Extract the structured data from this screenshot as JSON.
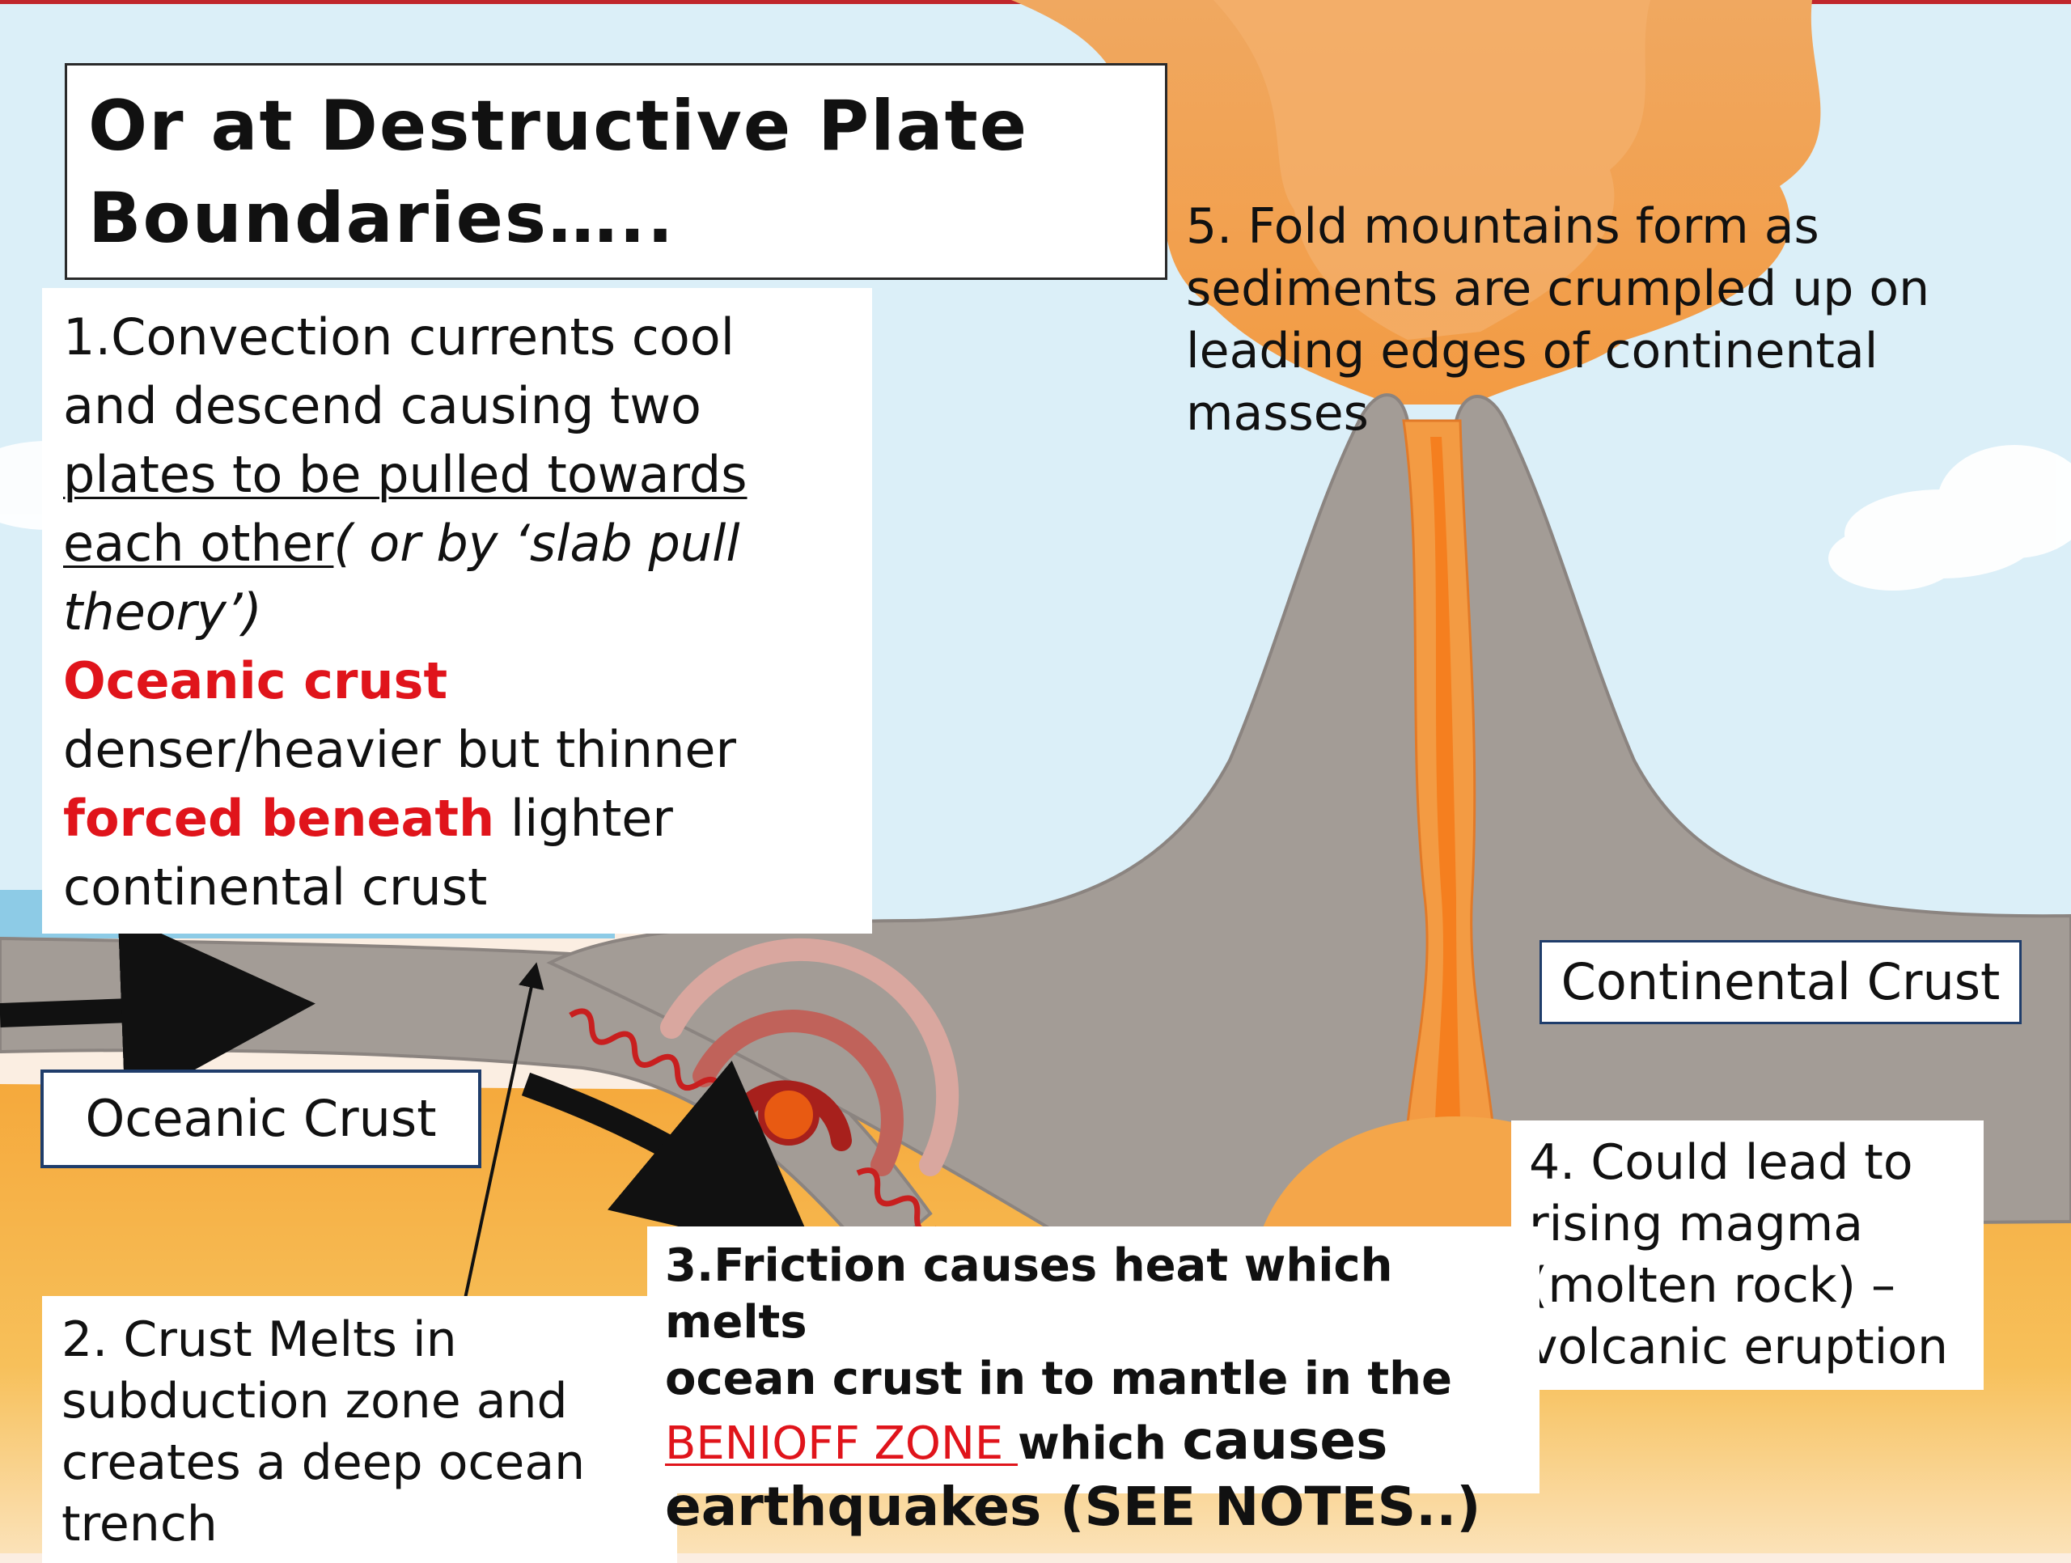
{
  "title": {
    "line1": "Or at Destructive Plate",
    "line2": "Boundaries….."
  },
  "point1": {
    "l1": "1.Convection currents cool",
    "l2": "and descend causing two",
    "l3": "plates to be pulled towards",
    "l4_u": "each other",
    "l4_i": "( or by ‘slab pull",
    "l5_i": "theory’)",
    "oceanic": "Oceanic crust",
    "l7": "denser/heavier but thinner",
    "forced": "forced beneath",
    "l8": " lighter",
    "l9": "continental crust"
  },
  "point5": {
    "l1": "5. Fold mountains form as",
    "l2": "sediments are crumpled up on",
    "l3": "leading edges of continental",
    "l4": "masses"
  },
  "labels": {
    "continental": "Continental Crust",
    "oceanic": "Oceanic Crust"
  },
  "point4": {
    "l1": "4. Could lead to",
    "l2": "rising magma",
    "l3": "(molten rock) –",
    "l4": "volcanic eruption"
  },
  "point2": {
    "l1": "2. Crust Melts in",
    "l2": "subduction zone and",
    "l3": "creates a deep ocean",
    "l4": "trench"
  },
  "point3": {
    "l1": "3.Friction causes heat which melts",
    "l2": "ocean crust in to mantle in the",
    "benioff": "BENIOFF ZONE ",
    "l3a": "which ",
    "l3b": "causes",
    "l4": "earthquakes (SEE NOTES..)"
  },
  "colors": {
    "sky": "#dbeff8",
    "crust_gray": "#a39c96",
    "magma_orange": "#f29a2e",
    "mantle_orange": "#f6b545",
    "emphasis_red": "#e0141b"
  }
}
